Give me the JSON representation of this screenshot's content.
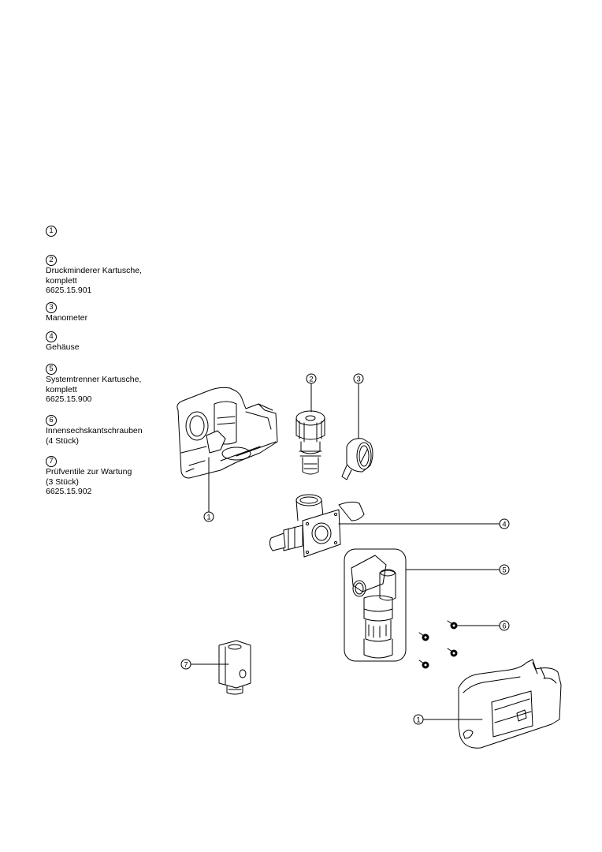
{
  "legend": {
    "items": [
      {
        "number": "1",
        "lines": []
      },
      {
        "number": "2",
        "lines": [
          "Druckminderer Kartusche,",
          "komplett",
          "6625.15.901"
        ]
      },
      {
        "number": "3",
        "lines": [
          "Manometer"
        ]
      },
      {
        "number": "4",
        "lines": [
          "Gehäuse"
        ]
      },
      {
        "number": "5",
        "lines": [
          "Systemtrenner Kartusche,",
          "komplett",
          "6625.15.900"
        ]
      },
      {
        "number": "6",
        "lines": [
          "Innensechskantschrauben",
          "(4 Stück)"
        ]
      },
      {
        "number": "7",
        "lines": [
          "Prüfventile zur Wartung",
          "(3 Stück)",
          "6625.15.902"
        ]
      }
    ]
  },
  "callouts": {
    "c1a": "1",
    "c1b": "1",
    "c2": "2",
    "c3": "3",
    "c4": "4",
    "c5": "5",
    "c6": "6",
    "c7": "7"
  }
}
